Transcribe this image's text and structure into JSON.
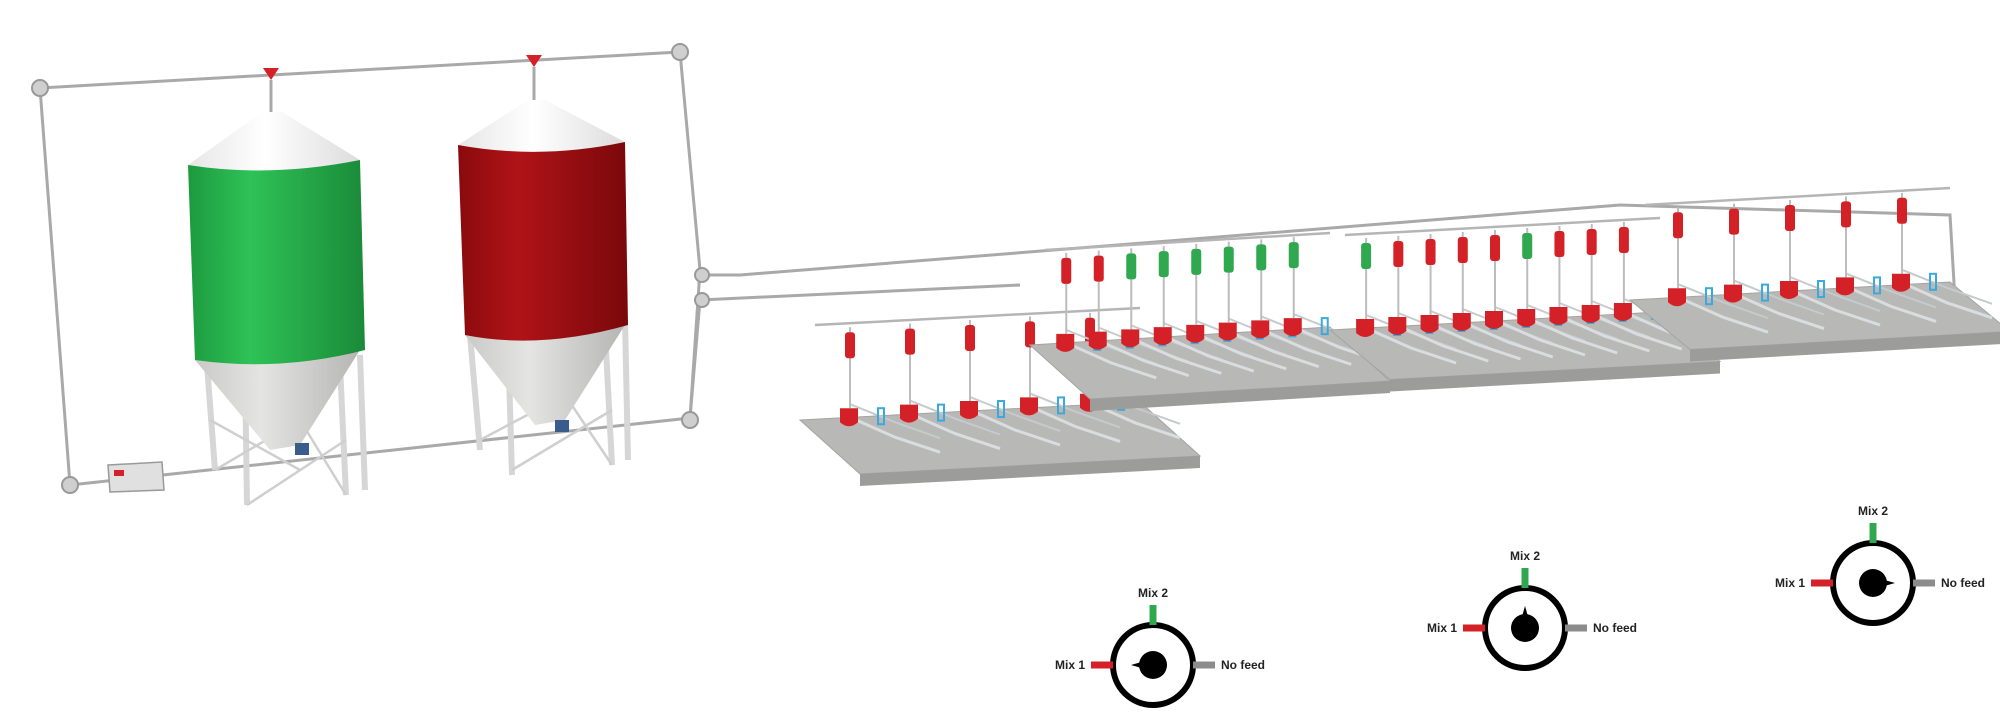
{
  "colors": {
    "mix1": "#d42027",
    "mix2": "#2fa84f",
    "no_feed": "#8c8c8c",
    "silo_green": "#24b34b",
    "silo_red": "#9b0d10",
    "silo_roof": "#f2f2f2",
    "pipe": "#a9a9a9",
    "concrete": "#b8b8b6",
    "stall_frame": "#d9dde0",
    "stall_accent": "#3aa9e0",
    "feeder_red": "#d42027"
  },
  "silos": [
    {
      "name": "green-silo",
      "color_key": "silo_green"
    },
    {
      "name": "red-silo",
      "color_key": "silo_red"
    }
  ],
  "selectors": [
    {
      "position": "Mix 1",
      "labels": {
        "mix1": "Mix 1",
        "mix2": "Mix 2",
        "no_feed": "No feed"
      }
    },
    {
      "position": "Mix 2",
      "labels": {
        "mix1": "Mix 1",
        "mix2": "Mix 2",
        "no_feed": "No feed"
      }
    },
    {
      "position": "No feed",
      "labels": {
        "mix1": "Mix 1",
        "mix2": "Mix 2",
        "no_feed": "No feed"
      }
    }
  ],
  "pens": [
    {
      "name": "pen-block-1",
      "feeders": [
        "mix1",
        "mix1",
        "mix1",
        "mix1",
        "mix1"
      ]
    },
    {
      "name": "pen-block-2",
      "feeders": [
        "mix1",
        "mix1",
        "mix2",
        "mix2",
        "mix2",
        "mix2",
        "mix2",
        "mix2"
      ]
    },
    {
      "name": "pen-block-3",
      "feeders": [
        "mix2",
        "mix1",
        "mix1",
        "mix1",
        "mix1",
        "mix2",
        "mix1",
        "mix1",
        "mix1"
      ]
    },
    {
      "name": "pen-block-4",
      "feeders": [
        "mix1",
        "mix1",
        "mix1",
        "mix1",
        "mix1"
      ]
    }
  ]
}
